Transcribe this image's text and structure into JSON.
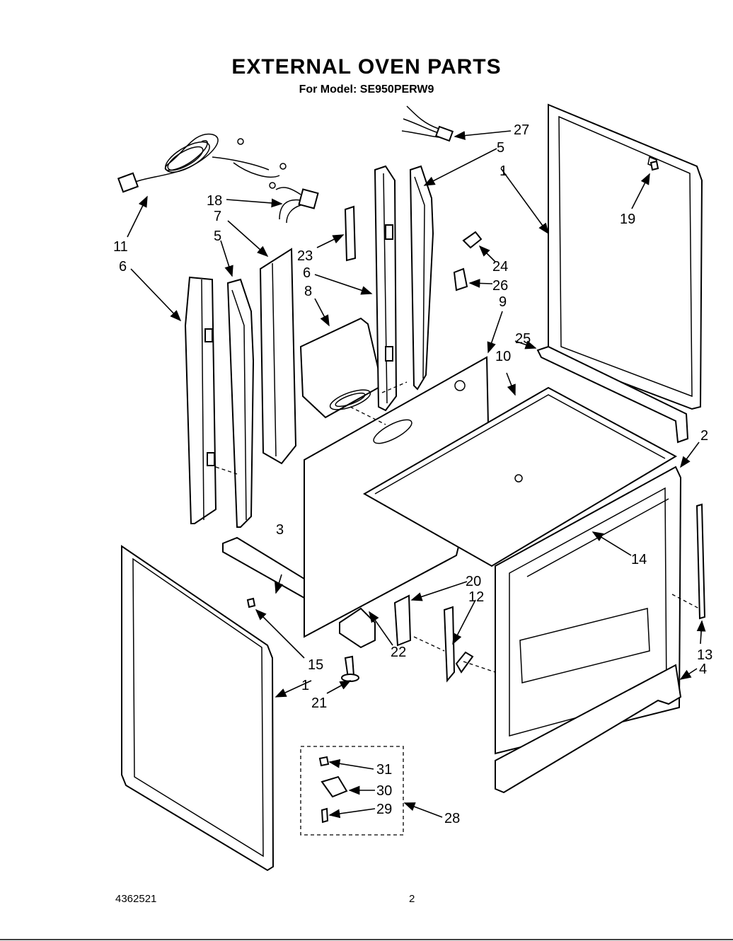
{
  "header": {
    "title": "EXTERNAL OVEN PARTS",
    "subtitle": "For Model: SE950PERW9"
  },
  "footer": {
    "doc_number": "4362521",
    "page_number": "2"
  },
  "callouts": [
    {
      "id": "c1a",
      "label": "1"
    },
    {
      "id": "c1b",
      "label": "1"
    },
    {
      "id": "c2",
      "label": "2"
    },
    {
      "id": "c3",
      "label": "3"
    },
    {
      "id": "c4",
      "label": "4"
    },
    {
      "id": "c5a",
      "label": "5"
    },
    {
      "id": "c5b",
      "label": "5"
    },
    {
      "id": "c6a",
      "label": "6"
    },
    {
      "id": "c6b",
      "label": "6"
    },
    {
      "id": "c7",
      "label": "7"
    },
    {
      "id": "c8",
      "label": "8"
    },
    {
      "id": "c9",
      "label": "9"
    },
    {
      "id": "c10",
      "label": "10"
    },
    {
      "id": "c11",
      "label": "11"
    },
    {
      "id": "c12",
      "label": "12"
    },
    {
      "id": "c13",
      "label": "13"
    },
    {
      "id": "c14",
      "label": "14"
    },
    {
      "id": "c15",
      "label": "15"
    },
    {
      "id": "c18",
      "label": "18"
    },
    {
      "id": "c19",
      "label": "19"
    },
    {
      "id": "c20",
      "label": "20"
    },
    {
      "id": "c21",
      "label": "21"
    },
    {
      "id": "c22",
      "label": "22"
    },
    {
      "id": "c23",
      "label": "23"
    },
    {
      "id": "c24",
      "label": "24"
    },
    {
      "id": "c25",
      "label": "25"
    },
    {
      "id": "c26",
      "label": "26"
    },
    {
      "id": "c27",
      "label": "27"
    },
    {
      "id": "c28",
      "label": "28"
    },
    {
      "id": "c29",
      "label": "29"
    },
    {
      "id": "c30",
      "label": "30"
    },
    {
      "id": "c31",
      "label": "31"
    }
  ]
}
